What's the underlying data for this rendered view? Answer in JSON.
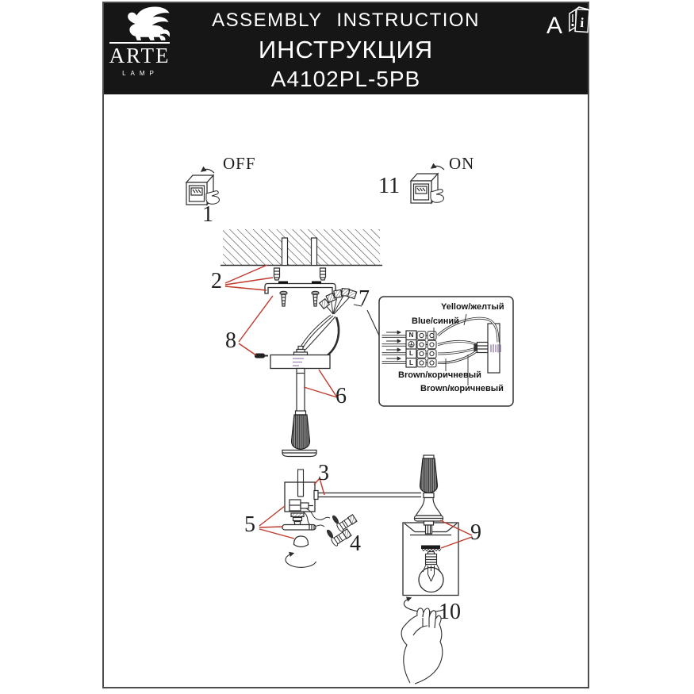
{
  "header": {
    "brand": {
      "name": "ARTE",
      "word": "LAMP"
    },
    "title_en": "ASSEMBLY INSTRUCTION",
    "title_ru": "ИНСТРУКЦИЯ",
    "model": "A4102PL-5PB",
    "revision": "A",
    "manual_icon_letter": "i"
  },
  "labels": {
    "off": "OFF",
    "on": "ON"
  },
  "steps": [
    "1",
    "2",
    "3",
    "4",
    "5",
    "6",
    "7",
    "8",
    "9",
    "10",
    "11"
  ],
  "wiring_inset": {
    "wire_labels": {
      "yellow": "Yellow/желтый",
      "blue": "Blue/синий",
      "brown_upper": "Brown/коричневый",
      "brown_lower": "Brown/коричневый"
    },
    "terminal_block": {
      "n": "N",
      "l1": "L",
      "l2": "L"
    }
  },
  "colors": {
    "leader_red": "#c0392b",
    "ink": "#2d2d2d",
    "header_bg": "#161616",
    "frame_border": "#4d4d4d"
  }
}
